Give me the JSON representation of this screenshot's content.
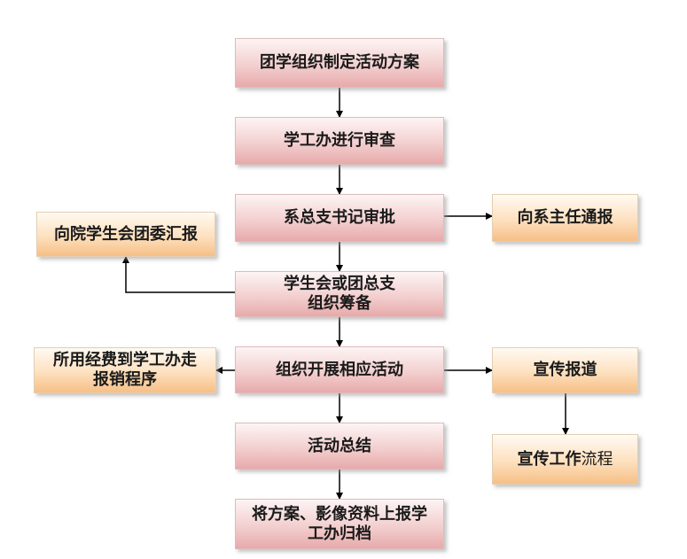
{
  "nodes": {
    "n1": "团学组织制定活动方案",
    "n2": "学工办进行审查",
    "n3": "系总支书记审批",
    "n4": "学生会或团总支\n组织筹备",
    "n5": "组织开展相应活动",
    "n6": "活动总结",
    "n7": "将方案、影像资料上报学\n工办归档",
    "left1": "向院学生会团委汇报",
    "left2": "所用经费到学工办走\n报销程序",
    "right1": "向系主任通报",
    "right2": "宣传报道",
    "right3_bold": "宣传工作",
    "right3_normal": "流程"
  },
  "colors": {
    "main_node": "#f3cfcf",
    "side_node": "#fde0be",
    "arrow": "#000000"
  }
}
